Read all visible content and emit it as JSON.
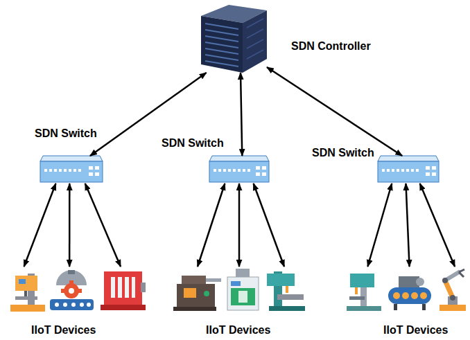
{
  "diagram": {
    "nodes": [
      {
        "text": [
          "SDN Controller"
        ]
      },
      {
        "text": [
          "SDN Switch"
        ]
      },
      {
        "text": [
          "SDN Switch"
        ]
      },
      {
        "text": [
          "SDN Switch"
        ]
      },
      {
        "text": [
          "IIoT Devices"
        ]
      },
      {
        "text": [
          "IIoT Devices"
        ]
      },
      {
        "text": [
          "IIoT Devices"
        ]
      }
    ],
    "edges": [
      {
        "from": 0,
        "to": 1,
        "arrow": "both"
      },
      {
        "from": 0,
        "to": 2,
        "arrow": "both"
      },
      {
        "from": 0,
        "to": 3,
        "arrow": "both"
      },
      {
        "from": 1,
        "to": 4,
        "arrow": "both"
      },
      {
        "from": 1,
        "to": 4,
        "arrow": "both"
      },
      {
        "from": 1,
        "to": 4,
        "arrow": "both"
      },
      {
        "from": 2,
        "to": 5,
        "arrow": "both"
      },
      {
        "from": 2,
        "to": 5,
        "arrow": "both"
      },
      {
        "from": 2,
        "to": 5,
        "arrow": "both"
      },
      {
        "from": 3,
        "to": 6,
        "arrow": "both"
      },
      {
        "from": 3,
        "to": 6,
        "arrow": "both"
      },
      {
        "from": 3,
        "to": 6,
        "arrow": "both"
      }
    ]
  }
}
